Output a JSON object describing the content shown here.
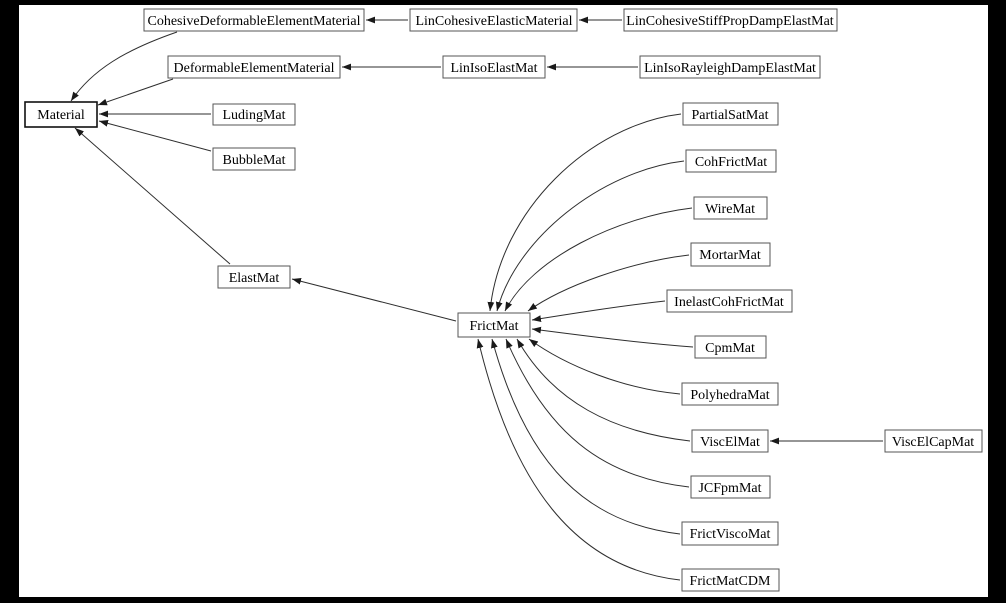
{
  "diagram": {
    "type": "class-inheritance-graph",
    "colors": {
      "page_background": "#000000",
      "canvas_background": "#ffffff",
      "node_fill": "#ffffff",
      "node_border": "#555555",
      "root_node_border": "#111111",
      "edge": "#2e2e2e",
      "text": "#000000"
    },
    "nodes": {
      "Material": "Material",
      "CohesiveDeformableElementMaterial": "CohesiveDeformableElementMaterial",
      "DeformableElementMaterial": "DeformableElementMaterial",
      "LudingMat": "LudingMat",
      "BubbleMat": "BubbleMat",
      "ElastMat": "ElastMat",
      "FrictMat": "FrictMat",
      "LinCohesiveElasticMaterial": "LinCohesiveElasticMaterial",
      "LinCohesiveStiffPropDampElastMat": "LinCohesiveStiffPropDampElastMat",
      "LinIsoElastMat": "LinIsoElastMat",
      "LinIsoRayleighDampElastMat": "LinIsoRayleighDampElastMat",
      "PartialSatMat": "PartialSatMat",
      "CohFrictMat": "CohFrictMat",
      "WireMat": "WireMat",
      "MortarMat": "MortarMat",
      "InelastCohFrictMat": "InelastCohFrictMat",
      "CpmMat": "CpmMat",
      "PolyhedraMat": "PolyhedraMat",
      "ViscElMat": "ViscElMat",
      "ViscElCapMat": "ViscElCapMat",
      "JCFpmMat": "JCFpmMat",
      "FrictViscoMat": "FrictViscoMat",
      "FrictMatCDM": "FrictMatCDM"
    },
    "edges": [
      {
        "from": "CohesiveDeformableElementMaterial",
        "to": "Material"
      },
      {
        "from": "DeformableElementMaterial",
        "to": "Material"
      },
      {
        "from": "LudingMat",
        "to": "Material"
      },
      {
        "from": "BubbleMat",
        "to": "Material"
      },
      {
        "from": "ElastMat",
        "to": "Material"
      },
      {
        "from": "LinCohesiveElasticMaterial",
        "to": "CohesiveDeformableElementMaterial"
      },
      {
        "from": "LinCohesiveStiffPropDampElastMat",
        "to": "LinCohesiveElasticMaterial"
      },
      {
        "from": "LinIsoElastMat",
        "to": "DeformableElementMaterial"
      },
      {
        "from": "LinIsoRayleighDampElastMat",
        "to": "LinIsoElastMat"
      },
      {
        "from": "FrictMat",
        "to": "ElastMat"
      },
      {
        "from": "PartialSatMat",
        "to": "FrictMat"
      },
      {
        "from": "CohFrictMat",
        "to": "FrictMat"
      },
      {
        "from": "WireMat",
        "to": "FrictMat"
      },
      {
        "from": "MortarMat",
        "to": "FrictMat"
      },
      {
        "from": "InelastCohFrictMat",
        "to": "FrictMat"
      },
      {
        "from": "CpmMat",
        "to": "FrictMat"
      },
      {
        "from": "PolyhedraMat",
        "to": "FrictMat"
      },
      {
        "from": "ViscElMat",
        "to": "FrictMat"
      },
      {
        "from": "ViscElCapMat",
        "to": "ViscElMat"
      },
      {
        "from": "JCFpmMat",
        "to": "FrictMat"
      },
      {
        "from": "FrictViscoMat",
        "to": "FrictMat"
      },
      {
        "from": "FrictMatCDM",
        "to": "FrictMat"
      }
    ]
  }
}
